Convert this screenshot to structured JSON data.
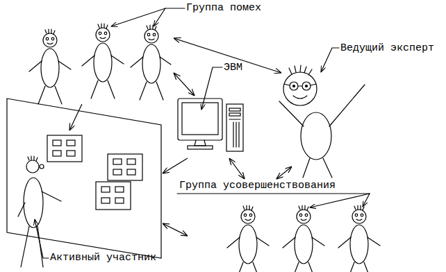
{
  "diagram": {
    "nodes": [
      {
        "text": [
          "Группа помех"
        ]
      },
      {
        "text": [
          "Ведущий эксперт"
        ]
      },
      {
        "text": [
          "ЭВМ"
        ]
      },
      {
        "text": [
          "Активный участник"
        ]
      },
      {
        "text": [
          "Группа усовершенствования"
        ]
      }
    ],
    "edges": [
      {
        "from": 0,
        "to": 1,
        "arrow": "both"
      },
      {
        "from": 0,
        "to": 2,
        "arrow": "both"
      },
      {
        "from": 0,
        "to": 3,
        "arrow": "to"
      },
      {
        "from": 2,
        "to": 3,
        "arrow": "to"
      },
      {
        "from": 2,
        "to": 4,
        "arrow": "both"
      },
      {
        "from": 1,
        "to": 4,
        "arrow": "both"
      },
      {
        "from": 3,
        "to": 4,
        "arrow": "both"
      }
    ]
  }
}
